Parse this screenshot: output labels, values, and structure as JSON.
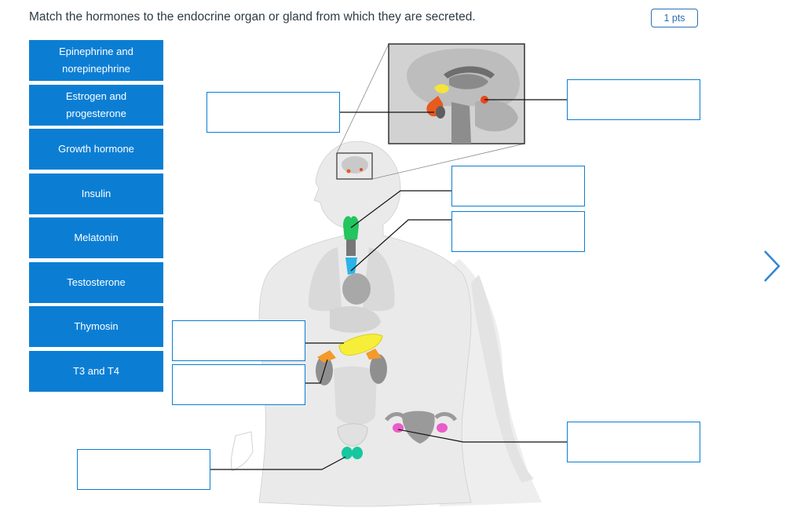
{
  "question": {
    "text": "Match the hormones to the endocrine organ or gland from which they are secreted.",
    "points": "1 pts"
  },
  "choices": [
    {
      "label": "Epinephrine and norepinephrine"
    },
    {
      "label": "Estrogen and progesterone"
    },
    {
      "label": "Growth hormone"
    },
    {
      "label": "Insulin"
    },
    {
      "label": "Melatonin"
    },
    {
      "label": "Testosterone"
    },
    {
      "label": "Thymosin"
    },
    {
      "label": "T3 and T4"
    }
  ],
  "colors": {
    "choice_bg": "#0b7ed4",
    "drop_border": "#0b7ed4",
    "body_fill": "#e9e9e9",
    "organ_gray": "#9a9a9a",
    "pituitary": "#e85a1e",
    "pineal": "#e8471c",
    "hypothalamus": "#f4e43a",
    "thyroid": "#22c55e",
    "thymus": "#2bb3e6",
    "pancreas": "#f7ee3a",
    "adrenal": "#f39a2b",
    "testes": "#17c7a0",
    "ovaries": "#ea5cc9"
  },
  "icons": {
    "next": "chevron-right-icon"
  }
}
